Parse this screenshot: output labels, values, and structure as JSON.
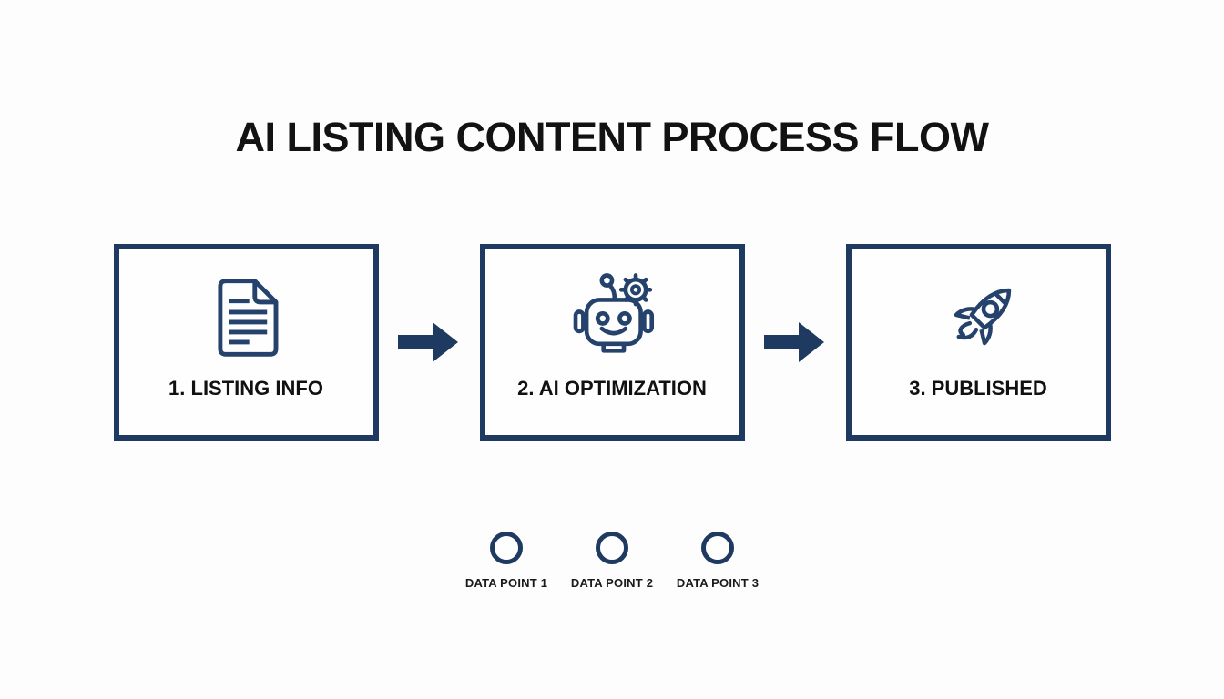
{
  "title": "AI LISTING CONTENT PROCESS FLOW",
  "flow": {
    "steps": [
      {
        "label": "1. LISTING INFO",
        "icon": "document-icon"
      },
      {
        "label": "2. AI OPTIMIZATION",
        "icon": "robot-icon"
      },
      {
        "label": "3. PUBLISHED",
        "icon": "rocket-icon"
      }
    ],
    "connector": "right-arrow"
  },
  "legend": {
    "items": [
      {
        "label": "DATA POINT 1"
      },
      {
        "label": "DATA POINT 2"
      },
      {
        "label": "DATA POINT 3"
      }
    ]
  },
  "colors": {
    "navy": "#1e3a60",
    "icon_navy": "#24426b",
    "title_text": "#121212",
    "background": "#fdfdfe"
  }
}
